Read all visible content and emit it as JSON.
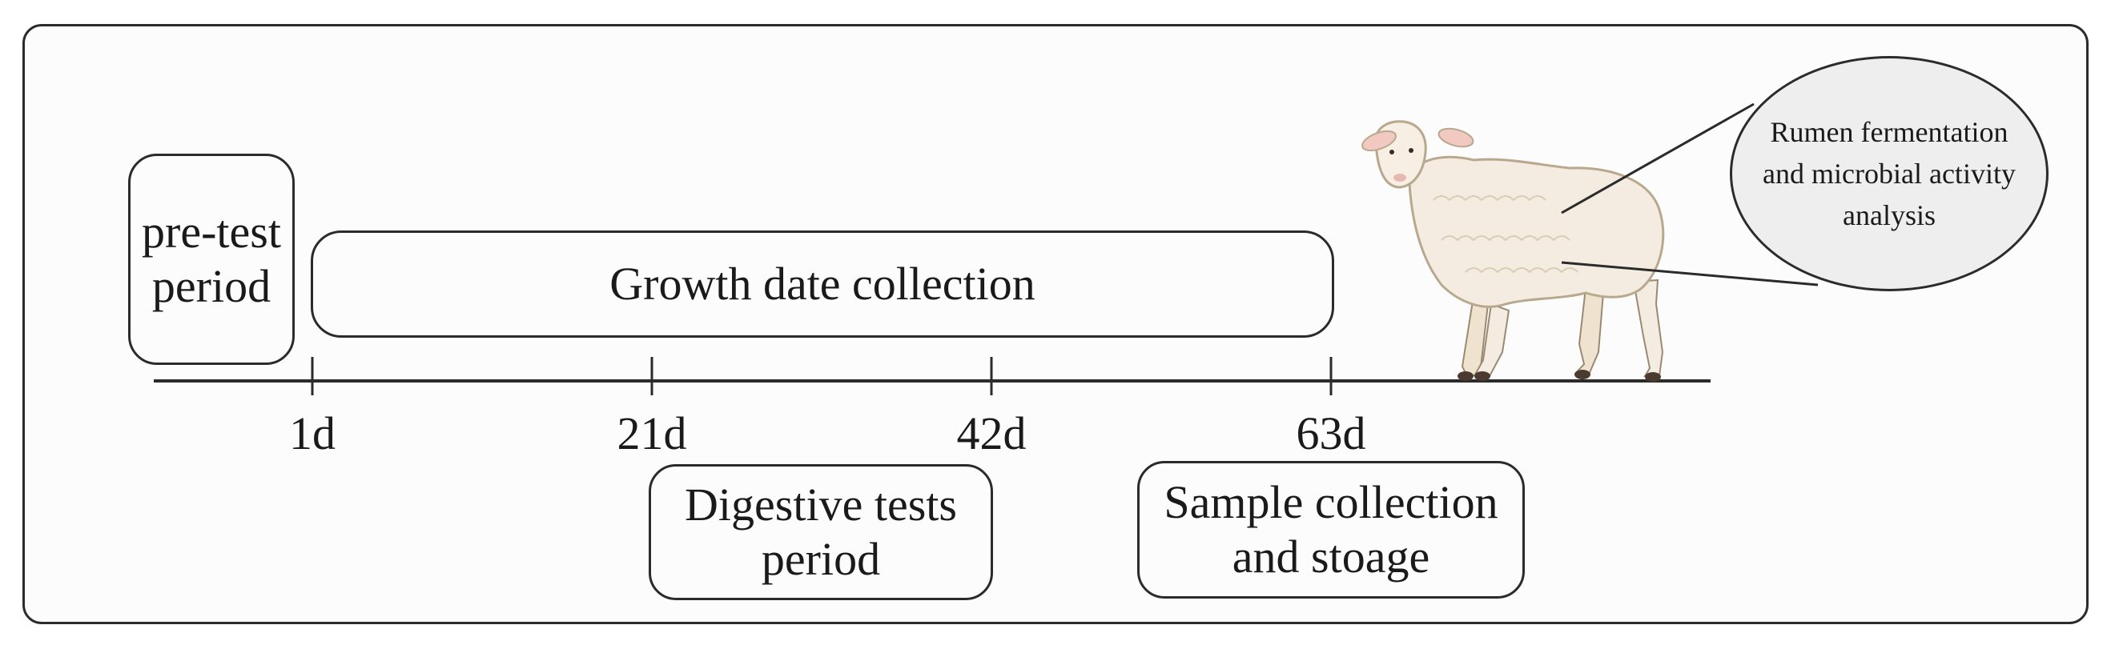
{
  "boxes": {
    "pretest": "pre-test\nperiod",
    "growth": "Growth date collection",
    "digestive": "Digestive tests\nperiod",
    "sample": "Sample collection\nand stoage"
  },
  "timeline": {
    "ticks": [
      "1d",
      "21d",
      "42d",
      "63d"
    ]
  },
  "callout": {
    "text": "Rumen fermentation\nand microbial activity\nanalysis"
  },
  "illustration": {
    "subject": "sheep-icon"
  },
  "colors": {
    "line": "#2b2b2b",
    "sheep_wool": "#f4ece0",
    "sheep_shadow": "#ddd0bc",
    "bubble_fill": "#efeeee"
  }
}
